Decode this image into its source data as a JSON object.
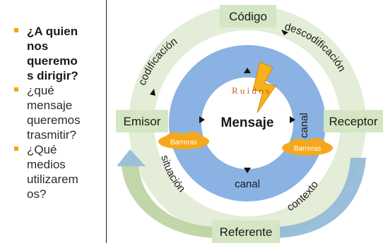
{
  "bullets": [
    {
      "text": "¿A quien nos queremos dirigir?",
      "bold": true,
      "lines": [
        "¿A quien",
        "nos",
        "queremo",
        "s dirigir?"
      ]
    },
    {
      "text": "¿qué mensaje queremos trasmitir?",
      "bold": false,
      "lines": [
        "¿qué",
        "mensaje",
        "queremos",
        "trasmitir?"
      ]
    },
    {
      "text": "¿Qué medios utilizaremos?",
      "bold": false,
      "lines": [
        "¿Qué",
        "medios",
        "utilizarem",
        "os?"
      ]
    }
  ],
  "diagram": {
    "codigo": "Código",
    "emisor": "Emisor",
    "receptor": "Receptor",
    "referente": "Referente",
    "mensaje": "Mensaje",
    "ruidos": "R u i d o s",
    "canal_left": "canal",
    "canal_right": "canal",
    "codificacion": "codificación",
    "descodificacion": "descodificación",
    "situacion": "situación",
    "contexto": "contexto",
    "barrera_left": "Barreras",
    "barrera_right": "Barreras"
  },
  "colors": {
    "box_fill": "#d4e6c3",
    "ring_fill": "#8ab2e3",
    "outer_ring": "#e3edd7",
    "barrera": "#f6a81c",
    "bolt": "#f7b21b",
    "ruidos": "#c0641a",
    "arrow_blue": "#8fb8d6",
    "arrow_green": "#b8cf9a",
    "bullet": "#f2a900"
  }
}
